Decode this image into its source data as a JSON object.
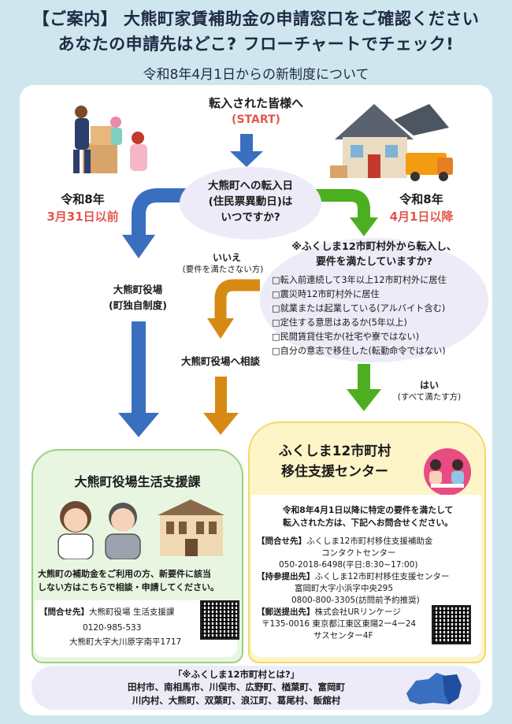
{
  "header": {
    "title_line1": "【ご案内】 大熊町家賃補助金の申請窓口をご確認ください",
    "title_line2": "あなたの申請先はどこ? フローチャートでチェック!",
    "subtitle": "令和8年4月1日からの新制度について"
  },
  "flow": {
    "start_label": "転入された皆様へ",
    "start_tag": "(START)",
    "question1": [
      "大熊町への転入日",
      "(住民票異動日)は",
      "いつですか?"
    ],
    "left_branch": {
      "era": "令和8年",
      "date": "3月31日以前"
    },
    "right_branch": {
      "era": "令和8年",
      "date": "4月1日以降"
    },
    "left_result": [
      "大熊町役場",
      "(町独自制度)"
    ],
    "no_label": "いいえ",
    "no_sub": "(要件を満たさない方)",
    "consult_label": "大熊町役場へ相談",
    "question2": [
      "※ふくしま12市町村外から転入し、",
      "要件を満たしていますか?"
    ],
    "requirements": [
      "□転入前連続して3年以上12市町村外に居住",
      "□震災時12市町村外に居住",
      "□就業または起業している(アルバイト含む)",
      "□定住する意思はあるか(5年以上)",
      "□民間賃貸住宅か(社宅や寮ではない)",
      "□自分の意志で移住した(転勤命令ではない)"
    ],
    "yes_label": "はい",
    "yes_sub": "(すべて満たす方)"
  },
  "okuma_box": {
    "title": "大熊町役場生活支援課",
    "description": [
      "大熊町の補助金をご利用の方、新要件に該当",
      "しない方はこちらで相談・申請してください。"
    ],
    "contact_label": "【問合せ先】",
    "contact_org": "大熊町役場 生活支援課",
    "phone": "0120-985-533",
    "address": "大熊町大字大川原字南平1717"
  },
  "fukushima_box": {
    "title_line1": "ふくしま12市町村",
    "title_line2": "移住支援センター",
    "intro": [
      "令和8年4月1日以降に特定の要件を満たして",
      "転入された方は、下記へお問合せください。"
    ],
    "contact_label": "【問合せ先】",
    "contact_org": [
      "ふくしま12市町村移住支援補助金",
      "コンタクトセンター"
    ],
    "contact_phone": "050-2018-6498(平日:8:30~17:00)",
    "bring_label": "【持参提出先】",
    "bring_org": "ふくしま12市町村移住支援センター",
    "bring_address": "富岡町大字小浜字中央295",
    "bring_phone": "0800-800-3305(訪問前予約推奨)",
    "mail_label": "【郵送提出先】",
    "mail_org": "株式会社URリンケージ",
    "mail_address": "〒135-0016 東京都江東区東陽2ー4ー24",
    "mail_building": "サスセンター4F"
  },
  "footer": {
    "heading": "「※ふくしま12市町村とは?」",
    "line1": "田村市、南相馬市、川俣市、広野町、楢葉町、富岡町",
    "line2": "川内村、大熊町、双葉町、浪江町、葛尾村、飯舘村"
  },
  "colors": {
    "blue": "#3a6fbf",
    "orange": "#d68a14",
    "green": "#4caf1f",
    "red": "#e2574c"
  },
  "icons": [
    "moving-family-illustration",
    "house-truck-illustration",
    "staff-illustration",
    "building-illustration",
    "consultation-illustration",
    "qr-code-icon",
    "fukushima-map-icon"
  ]
}
